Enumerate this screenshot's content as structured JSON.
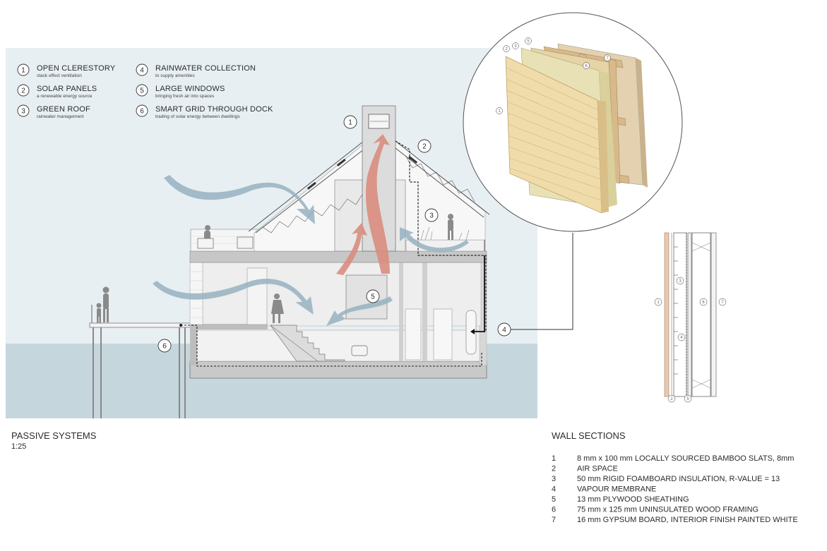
{
  "legend": [
    {
      "num": "1",
      "title": "OPEN CLERESTORY",
      "subtitle": "stack effect ventilation"
    },
    {
      "num": "2",
      "title": "SOLAR PANELS",
      "subtitle": "a renewable energy source"
    },
    {
      "num": "3",
      "title": "GREEN ROOF",
      "subtitle": "rainwater management"
    },
    {
      "num": "4",
      "title": "RAINWATER COLLECTION",
      "subtitle": "to supply amenities"
    },
    {
      "num": "5",
      "title": "LARGE WINDOWS",
      "subtitle": "bringing fresh air into spaces"
    },
    {
      "num": "6",
      "title": "SMART GRID THROUGH DOCK",
      "subtitle": "trading of solar energy between dwellings"
    }
  ],
  "section_callouts": [
    "1",
    "2",
    "3",
    "4",
    "5",
    "6"
  ],
  "detail_callouts": [
    "1",
    "2",
    "3",
    "5",
    "6",
    "7"
  ],
  "wall_callouts": [
    "1",
    "2",
    "3",
    "4",
    "5",
    "6",
    "7"
  ],
  "passive": {
    "title": "PASSIVE SYSTEMS",
    "scale": "1:25"
  },
  "wall_sections": {
    "title": "WALL SECTIONS",
    "items": [
      {
        "num": "1",
        "text": "8 mm x 100 mm LOCALLY SOURCED BAMBOO SLATS, 8mm"
      },
      {
        "num": "2",
        "text": "AIR SPACE"
      },
      {
        "num": "3",
        "text": "50 mm RIGID FOAMBOARD INSULATION, R-VALUE = 13"
      },
      {
        "num": "4",
        "text": "VAPOUR MEMBRANE"
      },
      {
        "num": "5",
        "text": "13 mm PLYWOOD SHEATHING"
      },
      {
        "num": "6",
        "text": "75 mm x 125 mm UNINSULATED WOOD FRAMING"
      },
      {
        "num": "7",
        "text": "16 mm GYPSUM BOARD, INTERIOR FINISH PAINTED WHITE"
      }
    ]
  },
  "colors": {
    "sky": "#e6eef2",
    "water": "#c9d7de",
    "warm_air": "#d98c7e",
    "cool_air": "#97b1c0",
    "bamboo": "#ecd6a2",
    "insulation": "#e4dcae",
    "plywood": "#dcc59a"
  }
}
